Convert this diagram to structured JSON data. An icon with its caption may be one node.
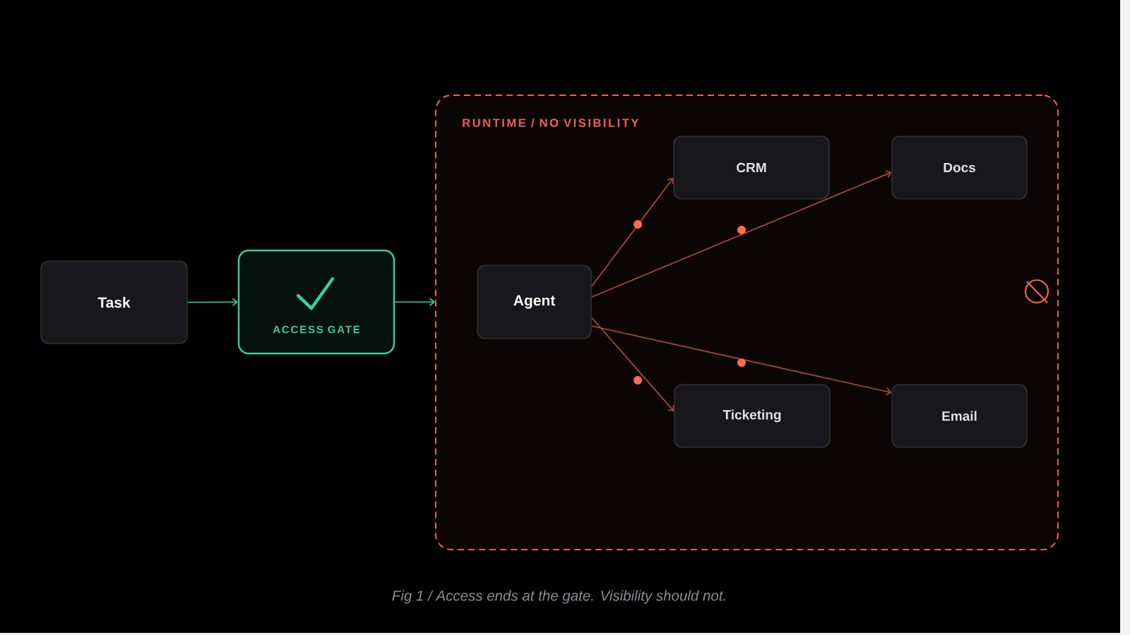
{
  "diagram": {
    "caption": "Fig 1 / Access ends at the gate. Visibility should not.",
    "nodes": [
      {
        "text": [
          "Task"
        ]
      },
      {
        "text": [
          "ACCESS GATE"
        ]
      },
      {
        "text": [
          "RUNTIME / NO VISIBILITY"
        ]
      },
      {
        "text": [
          "Agent"
        ],
        "in": 2
      },
      {
        "text": [
          "CRM"
        ],
        "in": 2
      },
      {
        "text": [
          "Docs"
        ],
        "in": 2
      },
      {
        "text": [
          "Ticketing"
        ],
        "in": 2
      },
      {
        "text": [
          "Email"
        ],
        "in": 2
      }
    ],
    "edges": [
      {
        "from": 0,
        "to": 1,
        "arrow": "to",
        "color": "#34d399"
      },
      {
        "from": 1,
        "to": 2,
        "arrow": "to",
        "color": "#34d399"
      },
      {
        "from": 3,
        "to": 4,
        "arrow": "to"
      },
      {
        "from": 3,
        "to": 5,
        "arrow": "to"
      },
      {
        "from": 3,
        "to": 6,
        "arrow": "to"
      },
      {
        "from": 3,
        "to": 7,
        "arrow": "to"
      }
    ]
  }
}
